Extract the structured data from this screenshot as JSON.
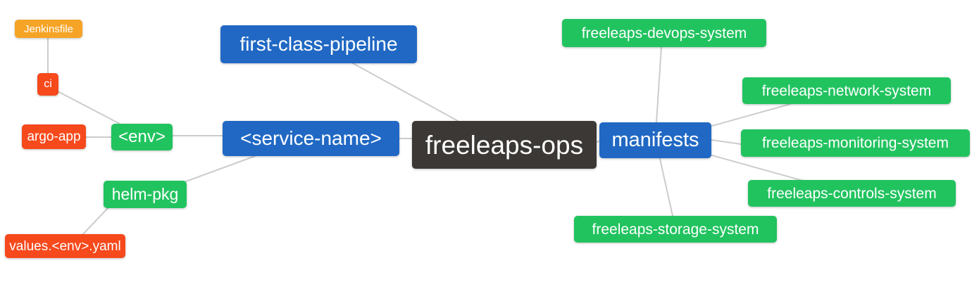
{
  "colors": {
    "background": "#ffffff",
    "edge": "#cccccc",
    "orange": "#f6a426",
    "red": "#f6491c",
    "green": "#21c35f",
    "blue": "#2068c4",
    "dark": "#3b3835",
    "node_text": "#ffffff"
  },
  "nodes": {
    "jenkinsfile": {
      "label": "Jenkinsfile",
      "color": "orange"
    },
    "ci": {
      "label": "ci",
      "color": "red"
    },
    "argo_app": {
      "label": "argo-app",
      "color": "red"
    },
    "env": {
      "label": "<env>",
      "color": "green"
    },
    "helm_pkg": {
      "label": "helm-pkg",
      "color": "green"
    },
    "values_env_yaml": {
      "label": "values.<env>.yaml",
      "color": "red"
    },
    "first_class_pipeline": {
      "label": "first-class-pipeline",
      "color": "blue"
    },
    "service_name": {
      "label": "<service-name>",
      "color": "blue"
    },
    "freeleaps_ops": {
      "label": "freeleaps-ops",
      "color": "dark"
    },
    "manifests": {
      "label": "manifests",
      "color": "blue"
    },
    "devops_system": {
      "label": "freeleaps-devops-system",
      "color": "green"
    },
    "network_system": {
      "label": "freeleaps-network-system",
      "color": "green"
    },
    "monitoring_system": {
      "label": "freeleaps-monitoring-system",
      "color": "green"
    },
    "controls_system": {
      "label": "freeleaps-controls-system",
      "color": "green"
    },
    "storage_system": {
      "label": "freeleaps-storage-system",
      "color": "green"
    }
  },
  "edges": [
    {
      "from": "jenkinsfile",
      "to": "ci"
    },
    {
      "from": "ci",
      "to": "env"
    },
    {
      "from": "argo_app",
      "to": "env"
    },
    {
      "from": "env",
      "to": "service_name"
    },
    {
      "from": "helm_pkg",
      "to": "service_name"
    },
    {
      "from": "values_env_yaml",
      "to": "helm_pkg"
    },
    {
      "from": "service_name",
      "to": "freeleaps_ops"
    },
    {
      "from": "first_class_pipeline",
      "to": "freeleaps_ops"
    },
    {
      "from": "freeleaps_ops",
      "to": "manifests"
    },
    {
      "from": "manifests",
      "to": "devops_system"
    },
    {
      "from": "manifests",
      "to": "network_system"
    },
    {
      "from": "manifests",
      "to": "monitoring_system"
    },
    {
      "from": "manifests",
      "to": "controls_system"
    },
    {
      "from": "manifests",
      "to": "storage_system"
    }
  ]
}
